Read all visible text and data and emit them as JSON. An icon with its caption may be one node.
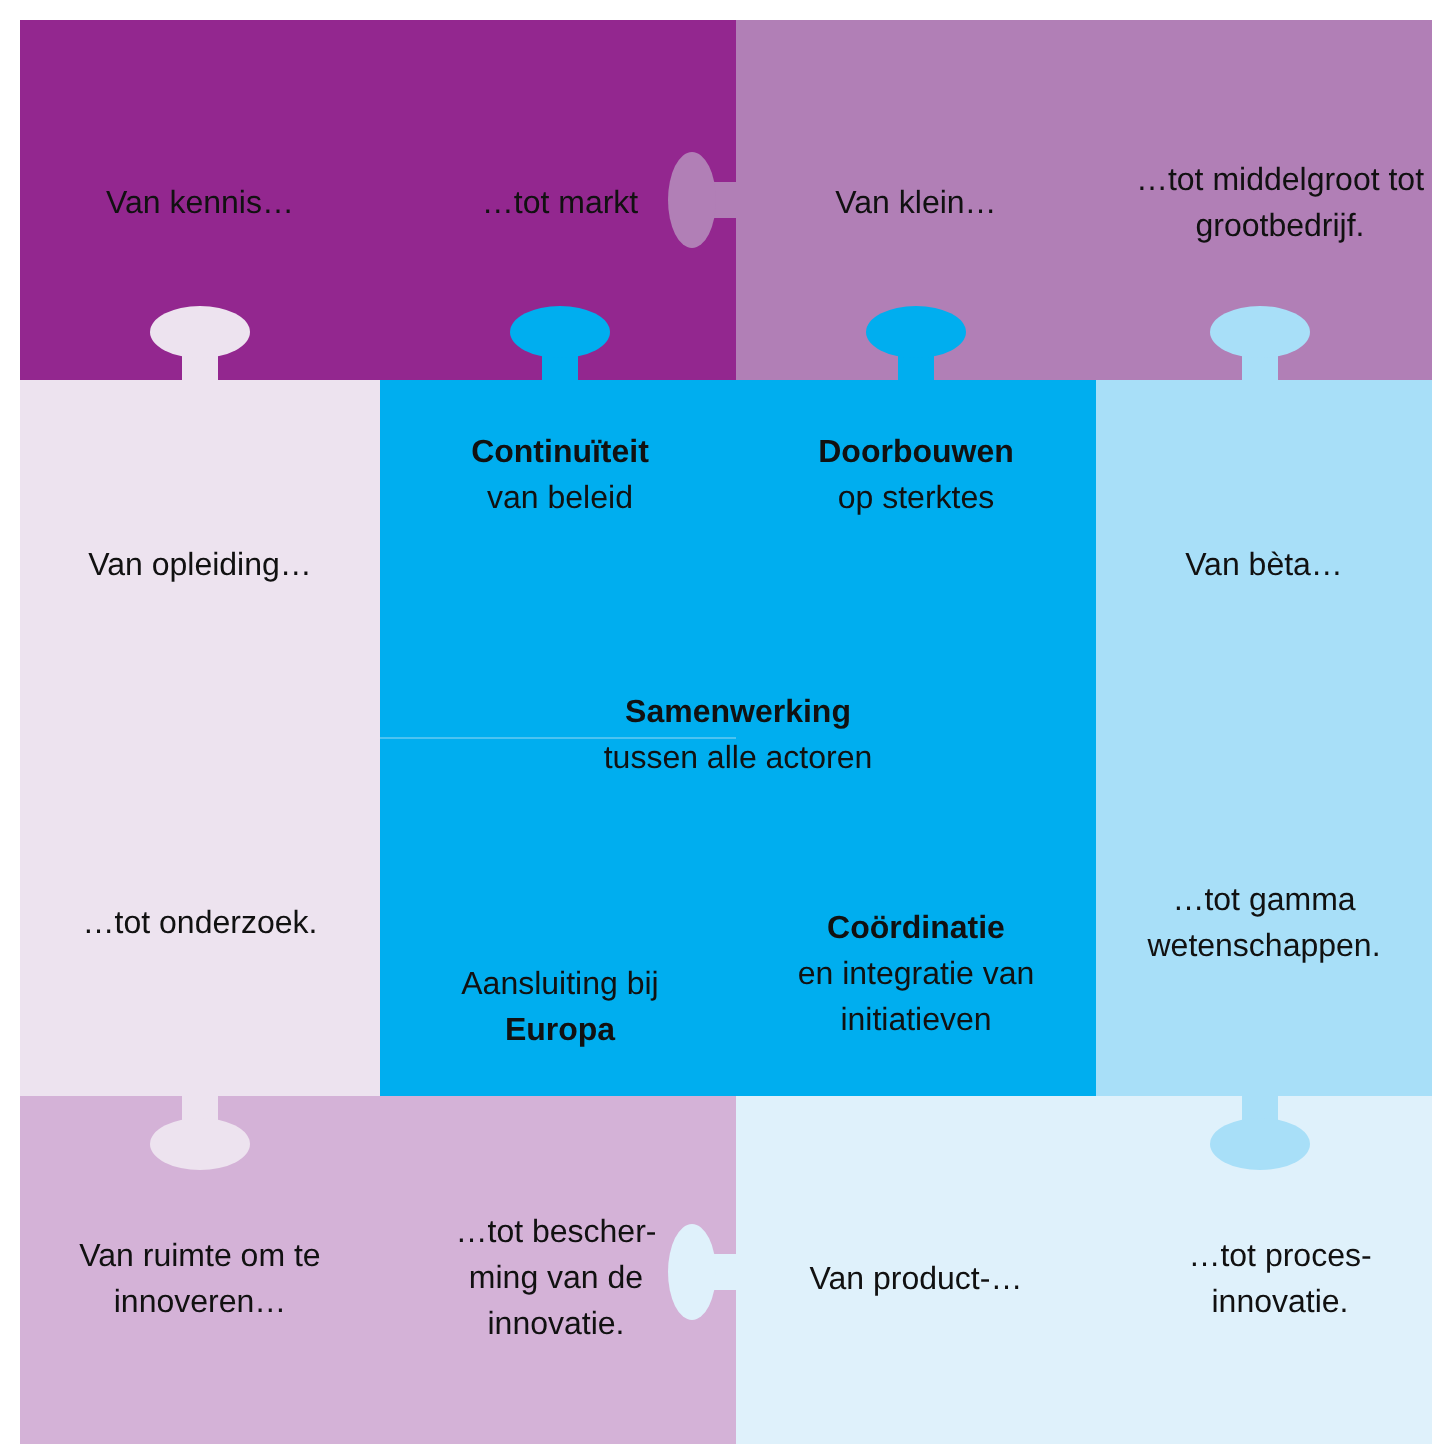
{
  "diagram": {
    "nodes": [
      {
        "text": [
          "Van kennis…",
          "…tot markt"
        ]
      },
      {
        "text": [
          "Van klein…",
          "…tot middelgroot tot grootbedrijf."
        ]
      },
      {
        "text": [
          "Van opleiding…",
          "…tot onderzoek."
        ]
      },
      {
        "text": [
          "**Continuïteit** van beleid",
          "**Doorbouwen** op sterktes",
          "**Samenwerking** tussen alle actoren",
          "Aansluiting bij **Europa**",
          "**Coördinatie** en integratie van initiatieven"
        ]
      },
      {
        "text": [
          "Van bèta…",
          "…tot gamma wetenschappen."
        ]
      },
      {
        "text": [
          "Van ruimte om te innoveren…",
          "…tot bescher-ming van de innovatie."
        ]
      },
      {
        "text": [
          "Van product-…",
          "…tot proces-innovatie."
        ]
      }
    ]
  }
}
